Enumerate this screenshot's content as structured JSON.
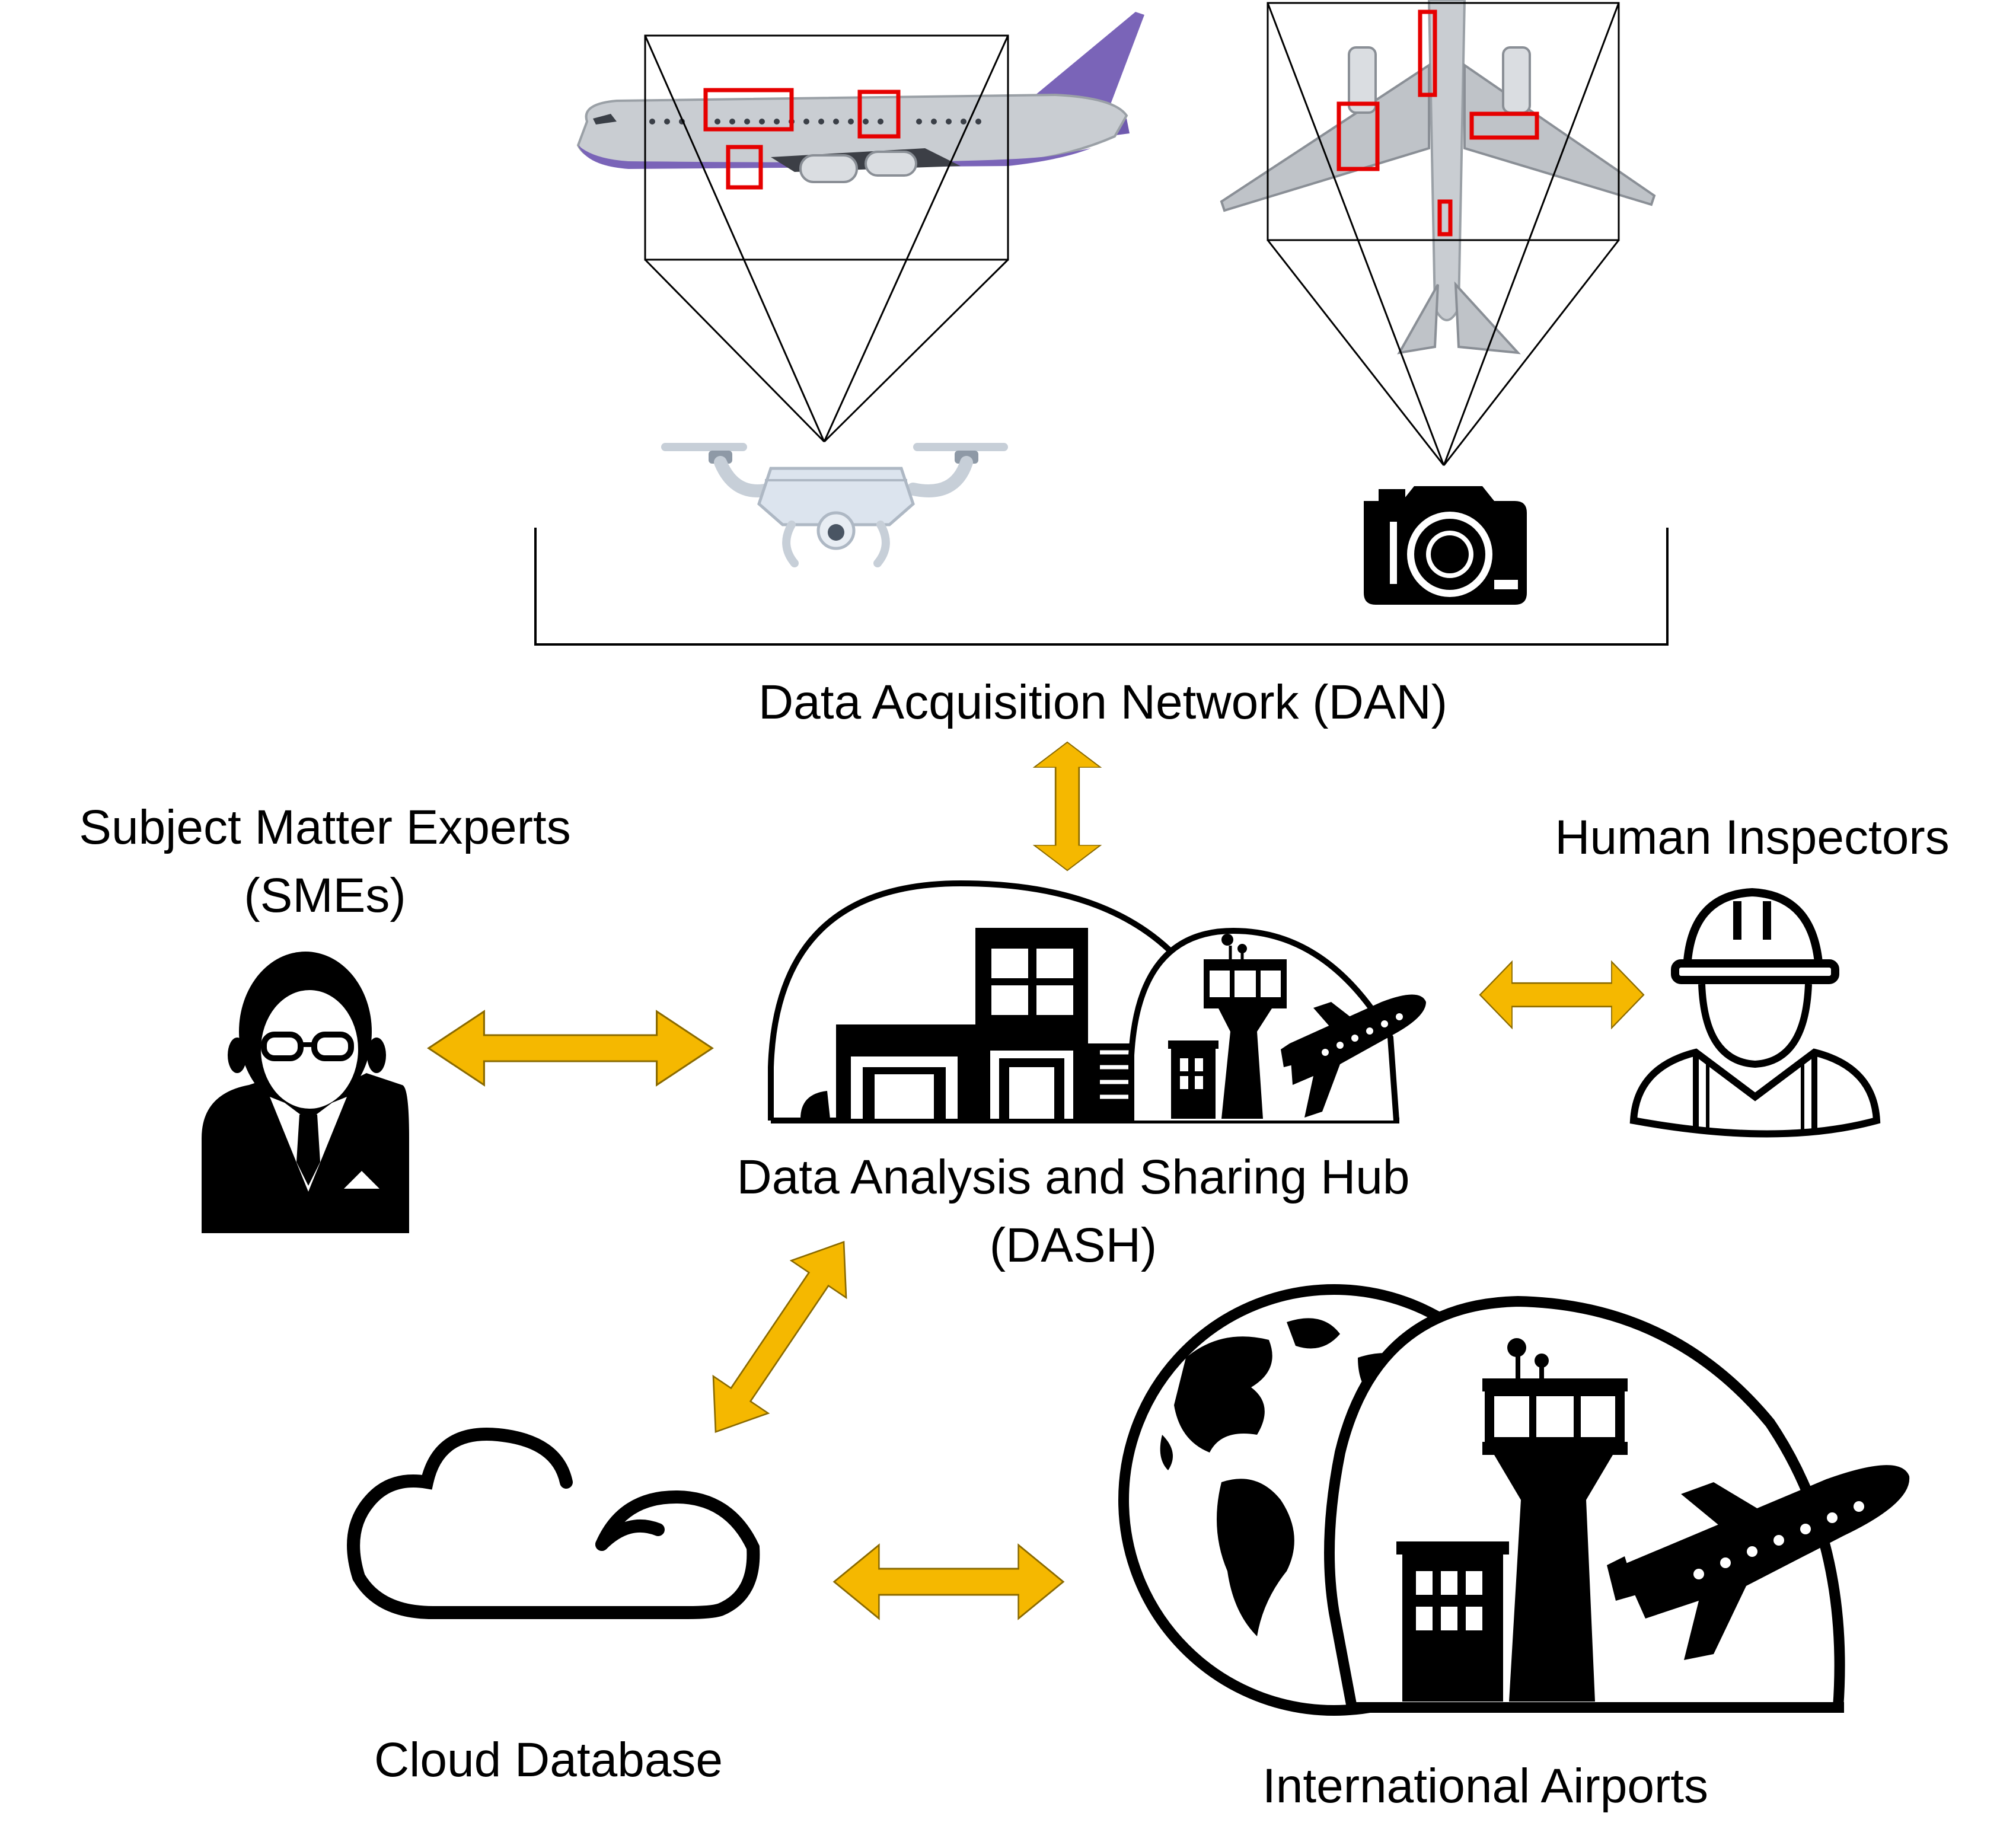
{
  "labels": {
    "dan": "Data Acquisition Network (DAN)",
    "smes_line1": "Subject Matter Experts",
    "smes_line2": "(SMEs)",
    "inspectors": "Human Inspectors",
    "dash_line1": "Data Analysis and Sharing Hub",
    "dash_line2": "(DASH)",
    "cloud": "Cloud Database",
    "airports": "International Airports"
  },
  "icons": [
    "airplane-side-view-icon",
    "airplane-top-view-icon",
    "drone-icon",
    "camera-icon",
    "businessman-icon",
    "hub-buildings-icon",
    "control-tower-icon",
    "airplane-icon",
    "construction-worker-icon",
    "cloud-icon",
    "globe-icon"
  ],
  "colors": {
    "arrow": "#F5B800",
    "arrow_stroke": "#8A6A00",
    "defect_box": "#E60000",
    "fuselage": "#C9CDD2",
    "tail": "#7A64B8",
    "line": "#000000"
  }
}
